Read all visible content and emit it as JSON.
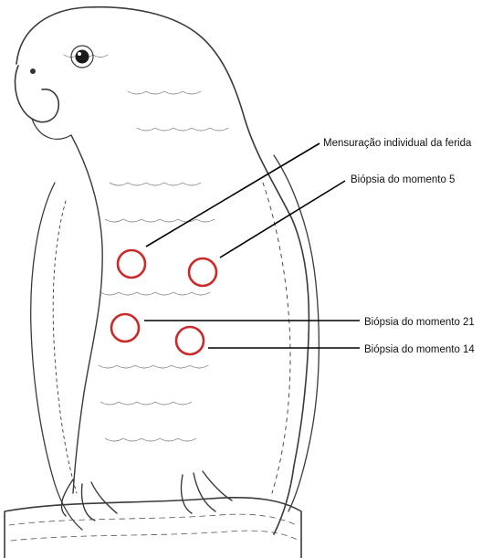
{
  "figure": {
    "colors": {
      "circle": "#cc2a2a",
      "leader_line": "#000000",
      "sketch": "#3a3a3a"
    },
    "subject_icon": "parrot-sketch",
    "annotations": [
      {
        "id": "wound-measurement",
        "label": "Mensuração individual da ferida"
      },
      {
        "id": "biopsy-5",
        "label": "Biópsia do momento 5"
      },
      {
        "id": "biopsy-21",
        "label": "Biópsia do momento 21"
      },
      {
        "id": "biopsy-14",
        "label": "Biópsia do momento 14"
      }
    ]
  }
}
